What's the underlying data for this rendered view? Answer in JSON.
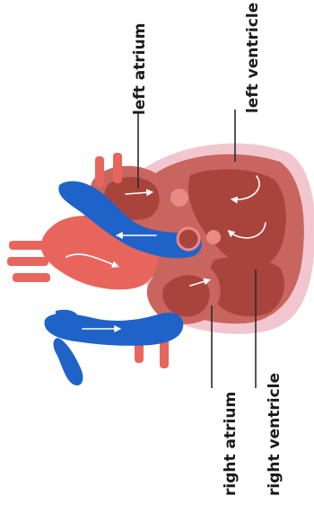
{
  "labels": {
    "left_atrium": "left atrium",
    "left_ventricle": "left ventricle",
    "right_atrium": "right atrium",
    "right_ventricle": "right ventricle"
  },
  "colors": {
    "pericardium": "#f2c6cf",
    "muscle": "#c9655f",
    "chamber": "#a8443c",
    "artery": "#e8655e",
    "vein": "#1f63c8",
    "flow_arrow": "#ffffff",
    "leader_line": "#2b2b2b"
  }
}
